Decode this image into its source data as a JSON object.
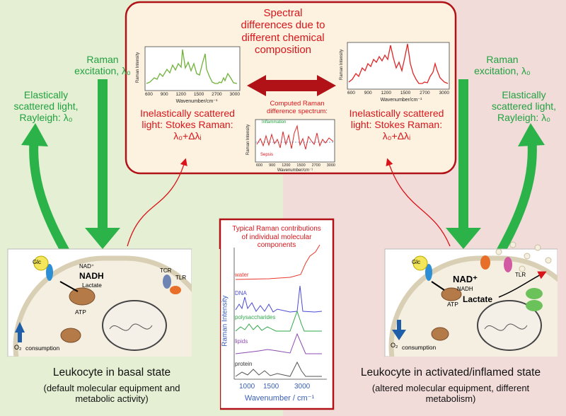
{
  "top_box": {
    "title_lines": [
      "Spectral",
      "differences due to",
      "different chemical",
      "composition"
    ],
    "diff_title_lines": [
      "Computed Raman",
      "difference spectrum:"
    ],
    "diff_legend_top": "Inflammation",
    "diff_legend_bottom": "Sepsis",
    "diff_ylabel": "Raman Intensity",
    "diff_xlabel": "Wavenumber/cm⁻¹",
    "diff_ticks": [
      "600",
      "900",
      "1200",
      "1500",
      "2700",
      "3000"
    ]
  },
  "spectrum_left": {
    "ylabel": "Raman Intensity",
    "xlabel": "Wavenumber/cm⁻¹",
    "ticks": [
      "600",
      "900",
      "1200",
      "1500",
      "2700",
      "3000"
    ]
  },
  "spectrum_right": {
    "ylabel": "Raman Intensity",
    "xlabel": "Wavenumber/cm⁻¹",
    "ticks": [
      "600",
      "900",
      "1200",
      "1500",
      "2700",
      "3000"
    ]
  },
  "left": {
    "excitation_lines": [
      "Raman",
      "excitation, λ₀"
    ],
    "elastic_lines": [
      "Elastically",
      "scattered light,",
      "Rayleigh: λ₀"
    ],
    "inelastic_lines": [
      "Inelastically scattered",
      "light: Stokes Raman:",
      "λ₀+Δλᵢ"
    ],
    "cell_title": "Leukocyte in basal state",
    "cell_desc_lines": [
      "(default molecular equipment and",
      "metabolic activity)"
    ],
    "labels": {
      "glc": "Glc",
      "nad": "NAD⁺",
      "nadh": "NADH",
      "lactate": "Lactate",
      "atp": "ATP",
      "tcr": "TCR",
      "tlr": "TLR",
      "o2": "O₂",
      "consumption": "consumption"
    }
  },
  "right": {
    "excitation_lines": [
      "Raman",
      "excitation, λ₀"
    ],
    "elastic_lines": [
      "Elastically",
      "scattered light,",
      "Rayleigh: λ₀"
    ],
    "inelastic_lines": [
      "Inelastically scattered",
      "light: Stokes Raman:",
      "λ₀+Δλᵢ"
    ],
    "cell_title": "Leukocyte in activated/inflamed state",
    "cell_desc_lines": [
      "(altered molecular equipment, different",
      "metabolism)"
    ],
    "labels": {
      "glc": "Glc",
      "nad": "NAD⁺",
      "nadh": "NADH",
      "lactate": "Lactate",
      "atp": "ATP",
      "tlr": "TLR",
      "o2": "O₂",
      "consumption": "consumption"
    }
  },
  "center_box": {
    "title_lines": [
      "Typical Raman contributions",
      "of individual molecular",
      "components"
    ],
    "components": [
      "water",
      "DNA",
      "polysaccharides",
      "lipids",
      "protein"
    ],
    "component_colors": [
      "#e8382f",
      "#4b4bd6",
      "#2fa84a",
      "#8c4bb0",
      "#333333"
    ],
    "ylabel": "Raman Intensity",
    "xlabel": "Wavenumber  / cm⁻¹",
    "ticks": [
      "1000",
      "1500",
      "3000"
    ]
  },
  "colors": {
    "green": "#22a140",
    "red": "#d9151b",
    "green_arrow": "#2bb34a",
    "dark_red_arrow": "#b01217"
  }
}
